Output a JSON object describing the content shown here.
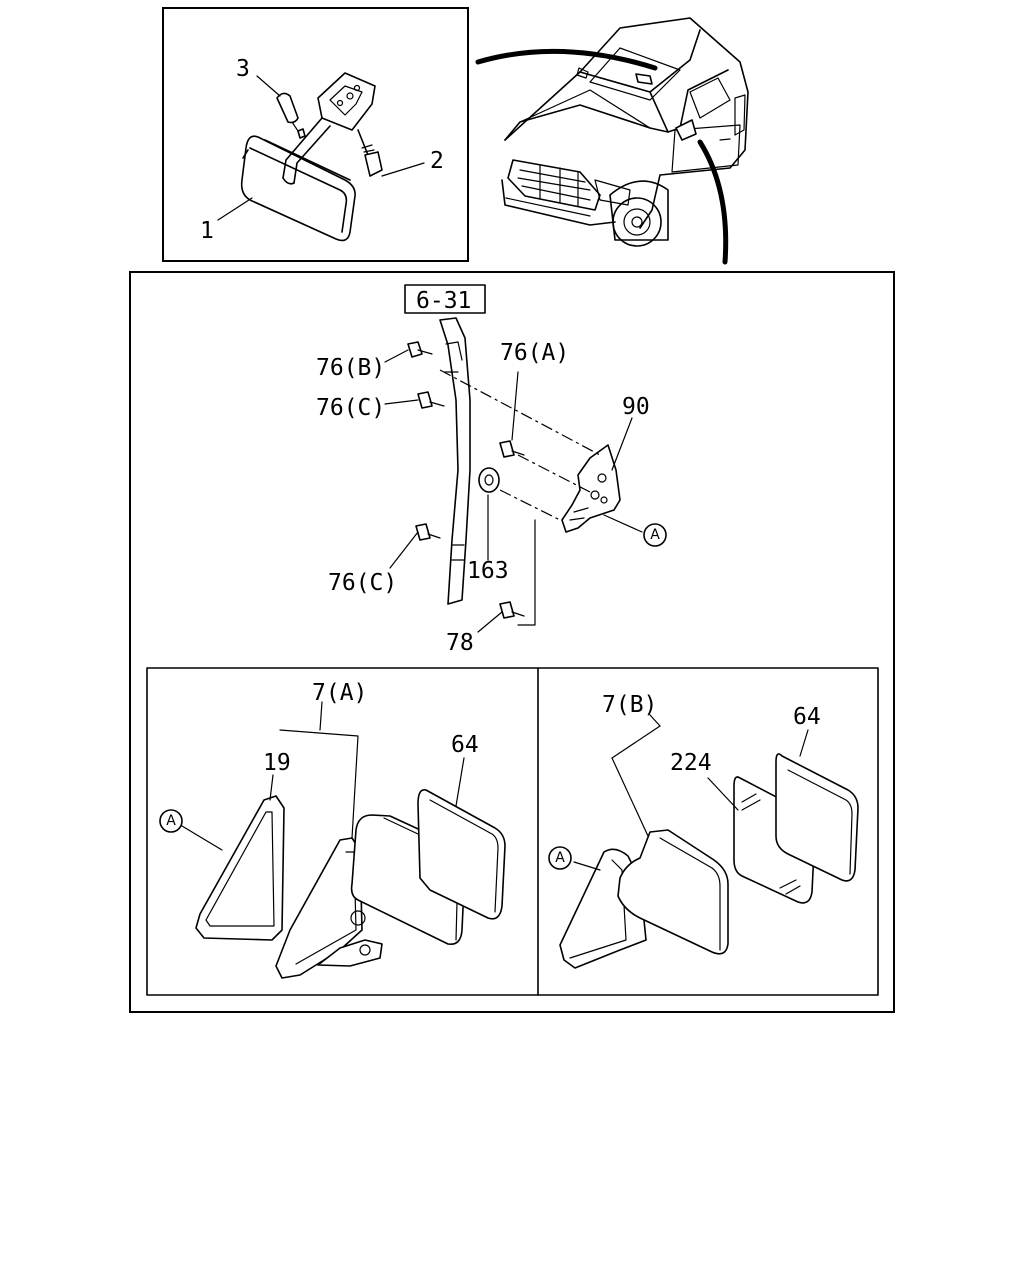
{
  "top_panel": {
    "labels": [
      "1",
      "2",
      "3"
    ]
  },
  "main_panel": {
    "reference_box": "6-31",
    "labels": {
      "b76": "76(B)",
      "c76_top": "76(C)",
      "a76": "76(A)",
      "p90": "90",
      "p163": "163",
      "c76_bottom": "76(C)",
      "p78": "78",
      "marker": "A"
    }
  },
  "sub_panel_left": {
    "labels": {
      "assembly": "7(A)",
      "p19": "19",
      "p64": "64",
      "marker": "A"
    }
  },
  "sub_panel_right": {
    "labels": {
      "assembly": "7(B)",
      "p224": "224",
      "p64": "64",
      "marker": "A"
    }
  }
}
